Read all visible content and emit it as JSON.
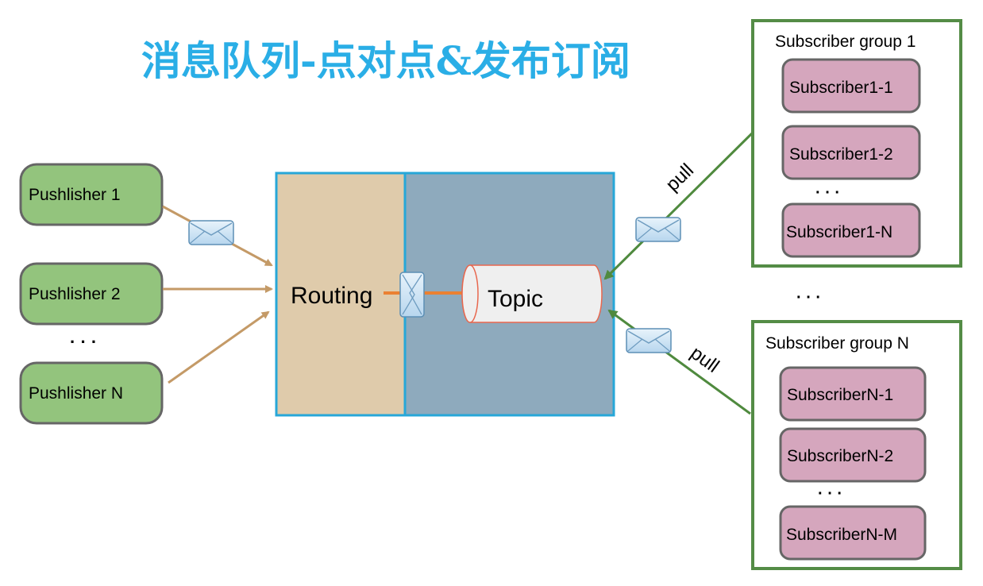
{
  "title": "消息队列-点对点&发布订阅",
  "colors": {
    "title": "#2aaee6",
    "publisher_fill": "#93c47d",
    "subscriber_fill": "#d5a6bd",
    "node_border": "#666666",
    "routing_fill": "#dfcbab",
    "broker_fill": "#8eaabd",
    "broker_border": "#27a7d8",
    "topic_fill": "#efefef",
    "topic_border": "#e8674e",
    "publish_arrow": "#c49a67",
    "route_arrow": "#ea8132",
    "pull_arrow": "#4f8a3e",
    "group_border": "#548c46"
  },
  "publishers": [
    {
      "label": "Pushlisher 1"
    },
    {
      "label": "Pushlisher 2"
    },
    {
      "label": "Pushlisher N"
    }
  ],
  "publishers_ellipsis": "· · ·",
  "broker": {
    "routing_label": "Routing",
    "topic_label": "Topic"
  },
  "pull_labels": [
    "pull",
    "pull"
  ],
  "groups": [
    {
      "label": "Subscriber group 1",
      "subscribers": [
        "Subscriber1-1",
        "Subscriber1-2",
        "Subscriber1-N"
      ],
      "ellipsis": "· · ·"
    },
    {
      "label": "Subscriber group N",
      "subscribers": [
        "SubscriberN-1",
        "SubscriberN-2",
        "SubscriberN-M"
      ],
      "ellipsis": "· · ·"
    }
  ],
  "groups_ellipsis": "· · ·",
  "icons": {
    "message": "envelope-icon"
  }
}
